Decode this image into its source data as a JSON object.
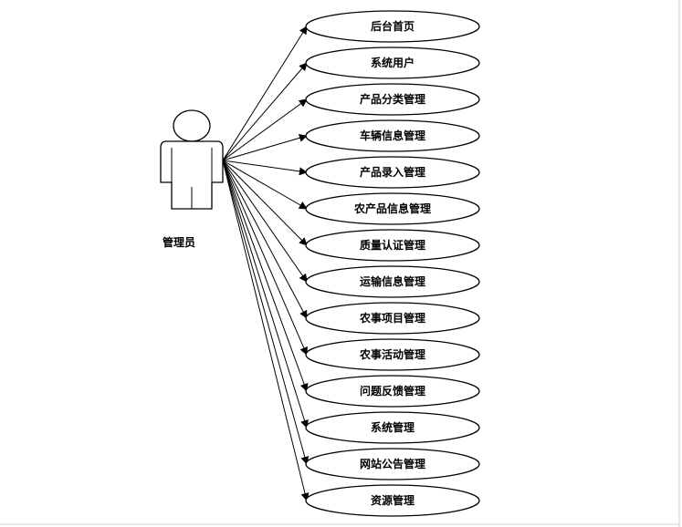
{
  "actor": {
    "label": "管理员"
  },
  "use_cases": [
    {
      "label": "后台首页"
    },
    {
      "label": "系统用户"
    },
    {
      "label": "产品分类管理"
    },
    {
      "label": "车辆信息管理"
    },
    {
      "label": "产品录入管理"
    },
    {
      "label": "农产品信息管理"
    },
    {
      "label": "质量认证管理"
    },
    {
      "label": "运输信息管理"
    },
    {
      "label": "农事项目管理"
    },
    {
      "label": "农事活动管理"
    },
    {
      "label": "问题反馈管理"
    },
    {
      "label": "系统管理"
    },
    {
      "label": "网站公告管理"
    },
    {
      "label": "资源管理"
    }
  ]
}
